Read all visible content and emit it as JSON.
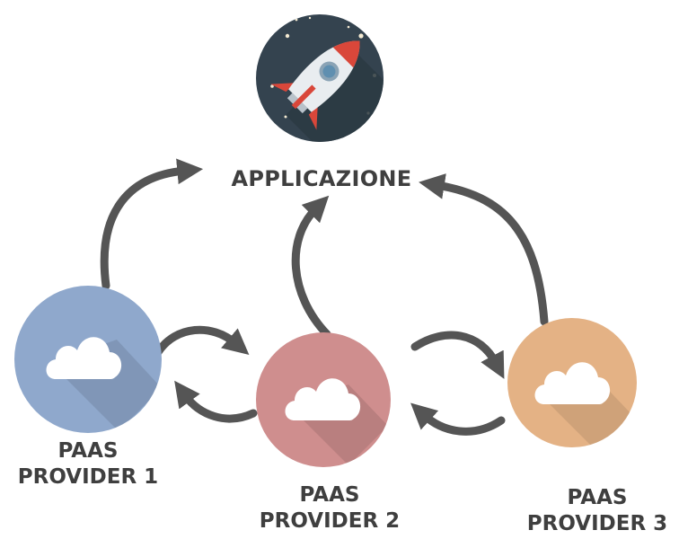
{
  "application": {
    "label": "APPLICAZIONE",
    "icon": "rocket-icon"
  },
  "providers": [
    {
      "line1": "PAAS",
      "line2": "PROVIDER 1",
      "color": "#8fa8cc",
      "icon": "cloud-icon"
    },
    {
      "line1": "PAAS",
      "line2": "PROVIDER 2",
      "color": "#cf8e8e",
      "icon": "cloud-icon"
    },
    {
      "line1": "PAAS",
      "line2": "PROVIDER 3",
      "color": "#e4b285",
      "icon": "cloud-icon"
    }
  ],
  "colors": {
    "arrow": "#555555",
    "text": "#3f3f3f",
    "rocket_bg": "#34434f",
    "rocket_fin": "#d9473a"
  }
}
